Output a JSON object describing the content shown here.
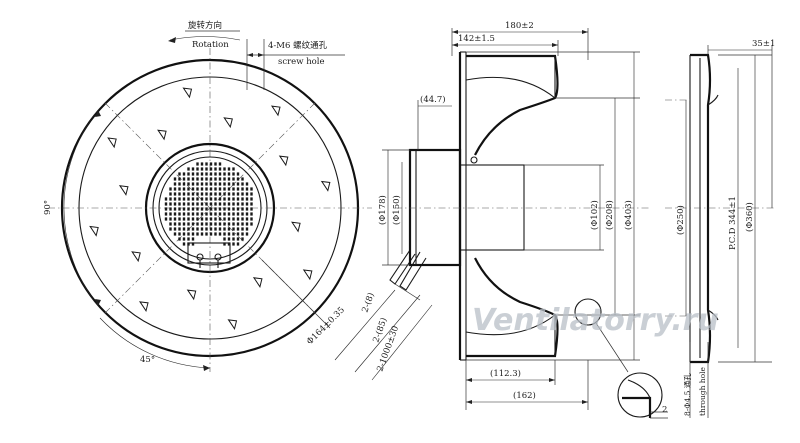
{
  "labels": {
    "rotation_cn": "旋转方向",
    "rotation_en": "Rotation",
    "screw_hole": "4-M6 螺纹通孔",
    "screw_hole_en": "screw hole",
    "d180": "180±2",
    "d142": "142±1.5",
    "d44_7": "(44.7)",
    "d35": "35±1",
    "d178": "(Φ178)",
    "d150": "(Φ150)",
    "d102": "(Φ102)",
    "d208": "(Φ208)",
    "d403": "(Φ403)",
    "d250": "(Φ250)",
    "pcd": "P.C.D 344±1",
    "d360": "(Φ360)",
    "d164": "Φ164±0.35",
    "d2_8": "2-(8)",
    "d2_85": "2-(85)",
    "d2_1000": "2-1000±30",
    "d112_3": "(112.3)",
    "d162": "(162)",
    "d90": "90°",
    "d45": "45°",
    "through_hole": "8-Φ4.5 通孔",
    "through_hole_en": "through hole",
    "d2": "2"
  },
  "watermark": "Ventilatorry.ru"
}
